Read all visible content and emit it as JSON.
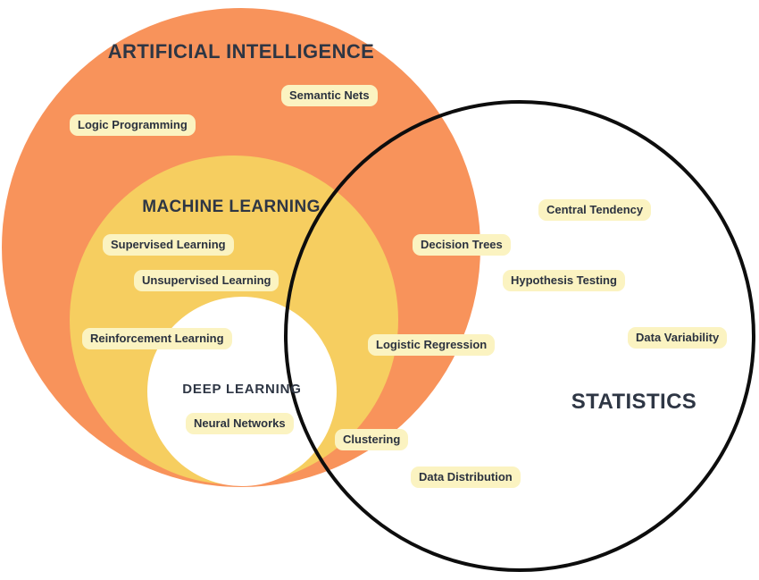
{
  "venn": {
    "background": "#ffffff",
    "pill_bg": "#FBF3C1",
    "text_color": "#2e3644",
    "ai": {
      "title": "ARTIFICIAL INTELLIGENCE",
      "fill": "#F8935B",
      "labels": {
        "semantic_nets": "Semantic Nets",
        "logic_programming": "Logic Programming"
      }
    },
    "ml": {
      "title": "MACHINE LEARNING",
      "fill": "#F6CE60",
      "labels": {
        "supervised": "Supervised Learning",
        "unsupervised": "Unsupervised Learning",
        "reinforcement": "Reinforcement Learning"
      }
    },
    "dl": {
      "title": "DEEP LEARNING",
      "fill": "#FFFFFF",
      "labels": {
        "neural_networks": "Neural Networks"
      }
    },
    "statistics": {
      "title": "STATISTICS",
      "stroke": "#0d0d0d",
      "labels": {
        "central_tendency": "Central Tendency",
        "hypothesis_testing": "Hypothesis Testing",
        "data_variability": "Data Variability",
        "data_distribution": "Data Distribution"
      }
    },
    "overlap_ml_statistics": {
      "labels": {
        "decision_trees": "Decision Trees",
        "logistic_regression": "Logistic Regression",
        "clustering": "Clustering"
      }
    }
  }
}
